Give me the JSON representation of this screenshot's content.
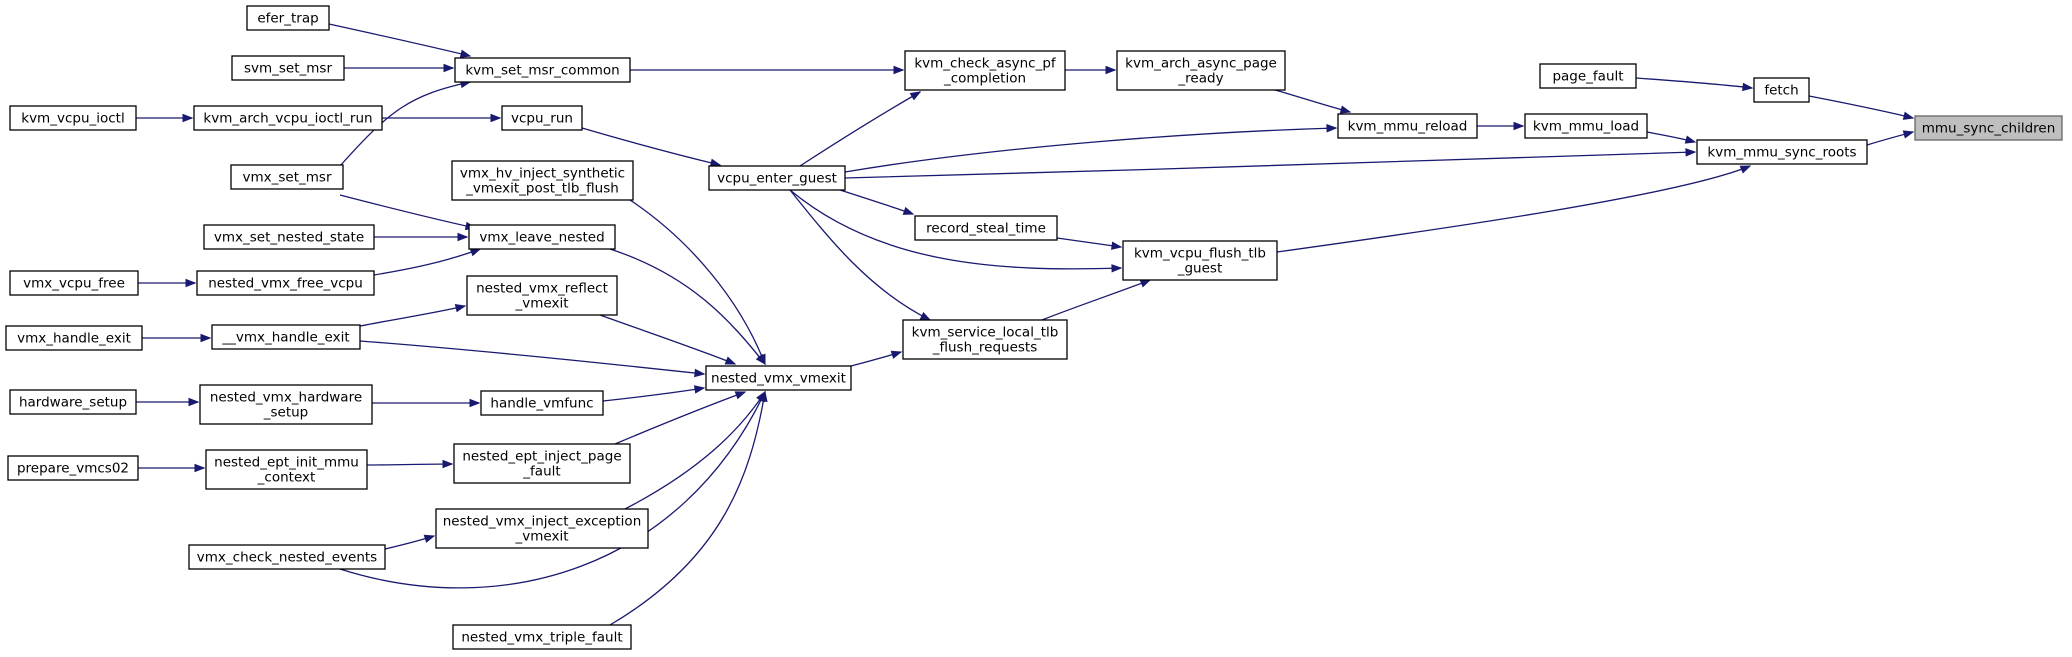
{
  "diagram": {
    "edge_color": "#191970",
    "root_fill": "#bfbfbf",
    "nodes": [
      {
        "id": "mmu_sync_children",
        "lines": [
          "mmu_sync_children"
        ],
        "root": true
      },
      {
        "id": "fetch",
        "lines": [
          "fetch"
        ]
      },
      {
        "id": "kvm_mmu_sync_roots",
        "lines": [
          "kvm_mmu_sync_roots"
        ]
      },
      {
        "id": "page_fault",
        "lines": [
          "page_fault"
        ]
      },
      {
        "id": "kvm_mmu_load",
        "lines": [
          "kvm_mmu_load"
        ]
      },
      {
        "id": "kvm_mmu_reload",
        "lines": [
          "kvm_mmu_reload"
        ]
      },
      {
        "id": "kvm_arch_async_page_ready",
        "lines": [
          "kvm_arch_async_page",
          "_ready"
        ]
      },
      {
        "id": "kvm_check_async_pf_completion",
        "lines": [
          "kvm_check_async_pf",
          "_completion"
        ]
      },
      {
        "id": "kvm_vcpu_flush_tlb_guest",
        "lines": [
          "kvm_vcpu_flush_tlb",
          "_guest"
        ]
      },
      {
        "id": "record_steal_time",
        "lines": [
          "record_steal_time"
        ]
      },
      {
        "id": "kvm_service_local_tlb_flush_requests",
        "lines": [
          "kvm_service_local_tlb",
          "_flush_requests"
        ]
      },
      {
        "id": "vcpu_enter_guest",
        "lines": [
          "vcpu_enter_guest"
        ]
      },
      {
        "id": "kvm_set_msr_common",
        "lines": [
          "kvm_set_msr_common"
        ]
      },
      {
        "id": "vcpu_run",
        "lines": [
          "vcpu_run"
        ]
      },
      {
        "id": "nested_vmx_vmexit",
        "lines": [
          "nested_vmx_vmexit"
        ]
      },
      {
        "id": "efer_trap",
        "lines": [
          "efer_trap"
        ]
      },
      {
        "id": "svm_set_msr",
        "lines": [
          "svm_set_msr"
        ]
      },
      {
        "id": "vmx_set_msr",
        "lines": [
          "vmx_set_msr"
        ]
      },
      {
        "id": "kvm_arch_vcpu_ioctl_run",
        "lines": [
          "kvm_arch_vcpu_ioctl_run"
        ]
      },
      {
        "id": "kvm_vcpu_ioctl",
        "lines": [
          "kvm_vcpu_ioctl"
        ]
      },
      {
        "id": "vmx_hv_inject_synthetic_vmexit_post_tlb_flush",
        "lines": [
          "vmx_hv_inject_synthetic",
          "_vmexit_post_tlb_flush"
        ]
      },
      {
        "id": "vmx_leave_nested",
        "lines": [
          "vmx_leave_nested"
        ]
      },
      {
        "id": "nested_vmx_reflect_vmexit",
        "lines": [
          "nested_vmx_reflect",
          "_vmexit"
        ]
      },
      {
        "id": "__vmx_handle_exit",
        "lines": [
          "__vmx_handle_exit"
        ]
      },
      {
        "id": "handle_vmfunc",
        "lines": [
          "handle_vmfunc"
        ]
      },
      {
        "id": "nested_ept_inject_page_fault",
        "lines": [
          "nested_ept_inject_page",
          "_fault"
        ]
      },
      {
        "id": "nested_vmx_inject_exception_vmexit",
        "lines": [
          "nested_vmx_inject_exception",
          "_vmexit"
        ]
      },
      {
        "id": "vmx_check_nested_events",
        "lines": [
          "vmx_check_nested_events"
        ]
      },
      {
        "id": "nested_vmx_triple_fault",
        "lines": [
          "nested_vmx_triple_fault"
        ]
      },
      {
        "id": "vmx_set_nested_state",
        "lines": [
          "vmx_set_nested_state"
        ]
      },
      {
        "id": "nested_vmx_free_vcpu",
        "lines": [
          "nested_vmx_free_vcpu"
        ]
      },
      {
        "id": "vmx_vcpu_free",
        "lines": [
          "vmx_vcpu_free"
        ]
      },
      {
        "id": "vmx_handle_exit",
        "lines": [
          "vmx_handle_exit"
        ]
      },
      {
        "id": "nested_vmx_hardware_setup",
        "lines": [
          "nested_vmx_hardware",
          "_setup"
        ]
      },
      {
        "id": "hardware_setup",
        "lines": [
          "hardware_setup"
        ]
      },
      {
        "id": "nested_ept_init_mmu_context",
        "lines": [
          "nested_ept_init_mmu",
          "_context"
        ]
      },
      {
        "id": "prepare_vmcs02",
        "lines": [
          "prepare_vmcs02"
        ]
      }
    ],
    "edges": [
      {
        "from": "fetch",
        "to": "mmu_sync_children"
      },
      {
        "from": "kvm_mmu_sync_roots",
        "to": "mmu_sync_children"
      },
      {
        "from": "page_fault",
        "to": "fetch"
      },
      {
        "from": "kvm_mmu_load",
        "to": "kvm_mmu_sync_roots"
      },
      {
        "from": "kvm_vcpu_flush_tlb_guest",
        "to": "kvm_mmu_sync_roots"
      },
      {
        "from": "vcpu_enter_guest",
        "to": "kvm_mmu_sync_roots"
      },
      {
        "from": "kvm_mmu_reload",
        "to": "kvm_mmu_load"
      },
      {
        "from": "kvm_arch_async_page_ready",
        "to": "kvm_mmu_reload"
      },
      {
        "from": "vcpu_enter_guest",
        "to": "kvm_mmu_reload"
      },
      {
        "from": "kvm_check_async_pf_completion",
        "to": "kvm_arch_async_page_ready"
      },
      {
        "from": "kvm_set_msr_common",
        "to": "kvm_check_async_pf_completion"
      },
      {
        "from": "vcpu_enter_guest",
        "to": "kvm_check_async_pf_completion"
      },
      {
        "from": "record_steal_time",
        "to": "kvm_vcpu_flush_tlb_guest"
      },
      {
        "from": "kvm_service_local_tlb_flush_requests",
        "to": "kvm_vcpu_flush_tlb_guest"
      },
      {
        "from": "vcpu_enter_guest",
        "to": "kvm_vcpu_flush_tlb_guest"
      },
      {
        "from": "vcpu_enter_guest",
        "to": "record_steal_time"
      },
      {
        "from": "vcpu_enter_guest",
        "to": "kvm_service_local_tlb_flush_requests"
      },
      {
        "from": "nested_vmx_vmexit",
        "to": "kvm_service_local_tlb_flush_requests"
      },
      {
        "from": "vcpu_run",
        "to": "vcpu_enter_guest"
      },
      {
        "from": "efer_trap",
        "to": "kvm_set_msr_common"
      },
      {
        "from": "svm_set_msr",
        "to": "kvm_set_msr_common"
      },
      {
        "from": "vmx_set_msr",
        "to": "kvm_set_msr_common"
      },
      {
        "from": "kvm_arch_vcpu_ioctl_run",
        "to": "vcpu_run"
      },
      {
        "from": "kvm_vcpu_ioctl",
        "to": "kvm_arch_vcpu_ioctl_run"
      },
      {
        "from": "vmx_hv_inject_synthetic_vmexit_post_tlb_flush",
        "to": "nested_vmx_vmexit"
      },
      {
        "from": "vmx_leave_nested",
        "to": "nested_vmx_vmexit"
      },
      {
        "from": "nested_vmx_reflect_vmexit",
        "to": "nested_vmx_vmexit"
      },
      {
        "from": "__vmx_handle_exit",
        "to": "nested_vmx_vmexit"
      },
      {
        "from": "handle_vmfunc",
        "to": "nested_vmx_vmexit"
      },
      {
        "from": "nested_ept_inject_page_fault",
        "to": "nested_vmx_vmexit"
      },
      {
        "from": "nested_vmx_inject_exception_vmexit",
        "to": "nested_vmx_vmexit"
      },
      {
        "from": "vmx_check_nested_events",
        "to": "nested_vmx_vmexit"
      },
      {
        "from": "nested_vmx_triple_fault",
        "to": "nested_vmx_vmexit"
      },
      {
        "from": "vmx_set_msr",
        "to": "vmx_leave_nested"
      },
      {
        "from": "vmx_set_nested_state",
        "to": "vmx_leave_nested"
      },
      {
        "from": "nested_vmx_free_vcpu",
        "to": "vmx_leave_nested"
      },
      {
        "from": "vmx_vcpu_free",
        "to": "nested_vmx_free_vcpu"
      },
      {
        "from": "__vmx_handle_exit",
        "to": "nested_vmx_reflect_vmexit"
      },
      {
        "from": "vmx_handle_exit",
        "to": "__vmx_handle_exit"
      },
      {
        "from": "nested_vmx_hardware_setup",
        "to": "handle_vmfunc"
      },
      {
        "from": "hardware_setup",
        "to": "nested_vmx_hardware_setup"
      },
      {
        "from": "nested_ept_init_mmu_context",
        "to": "nested_ept_inject_page_fault"
      },
      {
        "from": "prepare_vmcs02",
        "to": "nested_ept_init_mmu_context"
      },
      {
        "from": "vmx_check_nested_events",
        "to": "nested_vmx_inject_exception_vmexit"
      }
    ]
  }
}
